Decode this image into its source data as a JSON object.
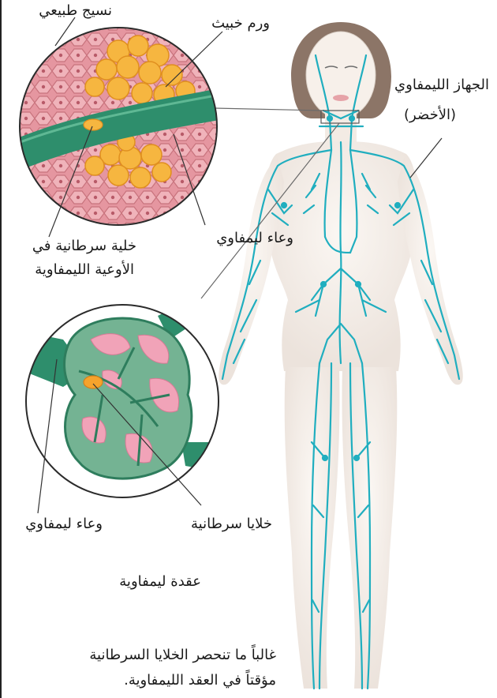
{
  "labels": {
    "normal_tissue": "نسيج طبيعي",
    "malignant_tumor": "ورم خبيث",
    "lymphatic_system_line1": "الجهاز الليمفاوي",
    "lymphatic_system_line2": "(الأخضر)",
    "lymph_vessel_top": "وعاء ليمفاوي",
    "cancer_cell_line1": "خلية سرطانية في",
    "cancer_cell_line2": "الأوعية الليمفاوية",
    "lymph_vessel_bottom": "وعاء ليمفاوي",
    "cancer_cells": "خلايا سرطانية",
    "lymph_node": "عقدة ليمفاوية",
    "caption_line1": "غالباً ما تنحصر الخلايا السرطانية",
    "caption_line2": "مؤقتاً في العقد الليمفاوية."
  },
  "colors": {
    "tissue": "#e89aa0",
    "tissue_dark": "#c76a74",
    "tumor": "#f4b23c",
    "vessel": "#2f8f6d",
    "node_fill": "#6fb08f",
    "node_pink": "#f1a3b8",
    "lymph_line": "#1eb0c0",
    "skin": "#f6efe9",
    "hair": "#8a7466"
  }
}
